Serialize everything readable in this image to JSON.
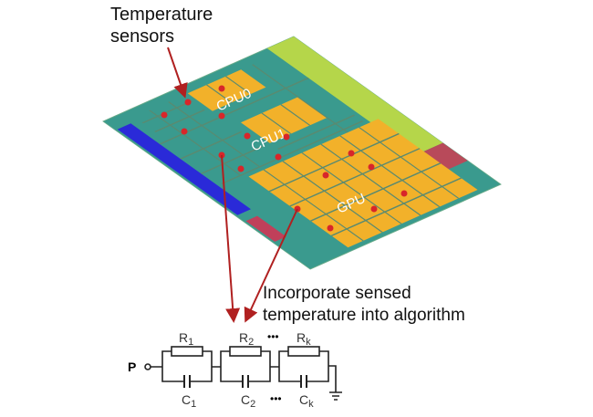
{
  "labels": {
    "sensors_line1": "Temperature",
    "sensors_line2": "sensors",
    "incorporate_line1": "Incorporate sensed",
    "incorporate_line2": "temperature into algorithm"
  },
  "chip": {
    "cpu0": "CPU0",
    "cpu1": "CPU1",
    "gpu": "GPU"
  },
  "circuit": {
    "input": "P",
    "resistors": [
      {
        "name": "R",
        "sub": "1"
      },
      {
        "name": "R",
        "sub": "2"
      },
      {
        "name": "R",
        "sub": "k"
      }
    ],
    "capacitors": [
      {
        "name": "C",
        "sub": "1"
      },
      {
        "name": "C",
        "sub": "2"
      },
      {
        "name": "C",
        "sub": "k"
      }
    ],
    "ellipsis": "•••"
  },
  "colors": {
    "arrow": "#b02020",
    "sensor": "#d8262a",
    "die_teal": "#3a9a8e",
    "block_orange": "#f2b12a",
    "strip_green": "#b5d64a",
    "io_blue": "#2a2ad8"
  }
}
